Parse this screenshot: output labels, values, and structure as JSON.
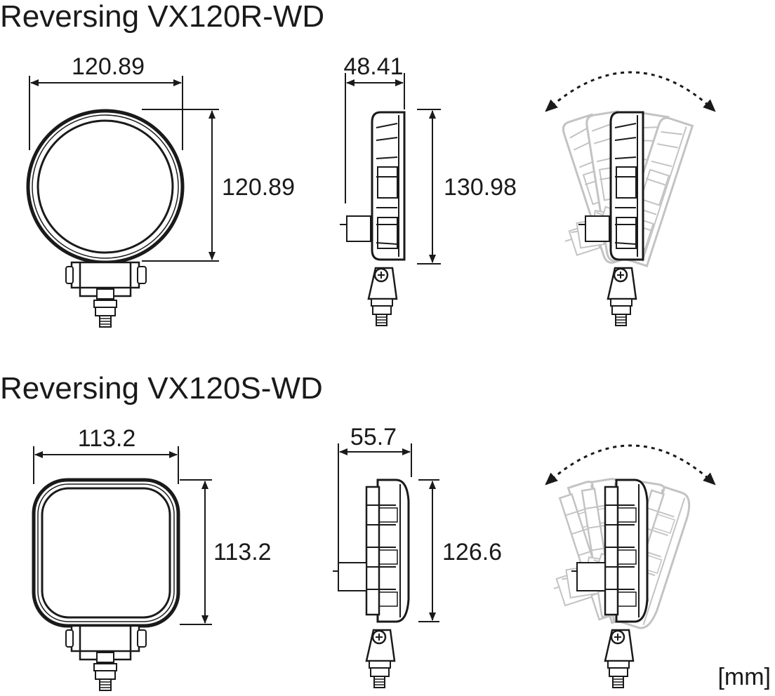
{
  "sections": [
    {
      "title": "Reversing VX120R-WD",
      "front_width": "120.89",
      "front_height": "120.89",
      "side_depth": "48.41",
      "side_height": "130.98"
    },
    {
      "title": "Reversing VX120S-WD",
      "front_width": "113.2",
      "front_height": "113.2",
      "side_depth": "55.7",
      "side_height": "126.6"
    }
  ],
  "unit_label": "[mm]",
  "colors": {
    "line": "#1a1a1a",
    "ghost": "#bdbdbd"
  }
}
